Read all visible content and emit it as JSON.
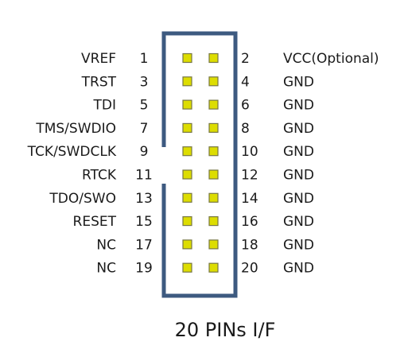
{
  "header": {
    "caption": "20 PINs I/F"
  },
  "colors": {
    "outline": "#3d5a80",
    "pad_fill": "#dddd00",
    "pad_stroke": "#777744",
    "text": "#1a1a1a"
  },
  "rows": [
    {
      "left_signal": "VREF",
      "left_pin": "1",
      "right_pin": "2",
      "right_signal": "VCC(Optional)"
    },
    {
      "left_signal": "TRST",
      "left_pin": "3",
      "right_pin": "4",
      "right_signal": "GND"
    },
    {
      "left_signal": "TDI",
      "left_pin": "5",
      "right_pin": "6",
      "right_signal": "GND"
    },
    {
      "left_signal": "TMS/SWDIO",
      "left_pin": "7",
      "right_pin": "8",
      "right_signal": "GND"
    },
    {
      "left_signal": "TCK/SWDCLK",
      "left_pin": "9",
      "right_pin": "10",
      "right_signal": "GND"
    },
    {
      "left_signal": "RTCK",
      "left_pin": "11",
      "right_pin": "12",
      "right_signal": "GND"
    },
    {
      "left_signal": "TDO/SWO",
      "left_pin": "13",
      "right_pin": "14",
      "right_signal": "GND"
    },
    {
      "left_signal": "RESET",
      "left_pin": "15",
      "right_pin": "16",
      "right_signal": "GND"
    },
    {
      "left_signal": "NC",
      "left_pin": "17",
      "right_pin": "18",
      "right_signal": "GND"
    },
    {
      "left_signal": "NC",
      "left_pin": "19",
      "right_pin": "20",
      "right_signal": "GND"
    }
  ]
}
